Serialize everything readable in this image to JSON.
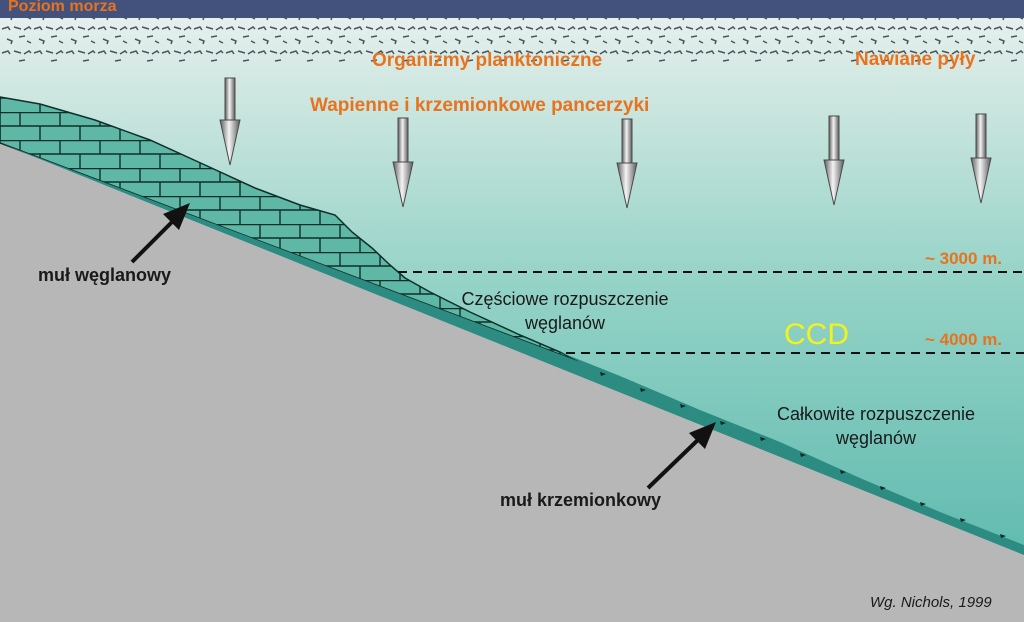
{
  "header": {
    "title": "Poziom morza"
  },
  "labels": {
    "plankton": "Organizmy planktoniczne",
    "dust": "Nawiane pyły",
    "shells": "Wapienne i krzemionkowe pancerzyki",
    "depth_3000": "~ 3000 m.",
    "depth_4000": "~ 4000 m.",
    "ccd": "CCD",
    "partial_line1": "Częściowe rozpuszczenie",
    "partial_line2": "węglanów",
    "complete_line1": "Całkowite rozpuszczenie",
    "complete_line2": "węglanów",
    "carbonate_ooze": "muł węglanowy",
    "siliceous_ooze": "muł krzemionkowy",
    "source": "Wg. Nichols, 1999"
  },
  "colors": {
    "header_bg": "#43527C",
    "accent_orange": "#E8731E",
    "ccd_yellow": "#F2F21E",
    "seafloor_grey": "#B7B7B7",
    "water_deep": "#57B6AC",
    "water_shallow": "#E4EFEB",
    "carbonate_fill": "#5FB7A6",
    "siliceous_fill": "#2C8C82"
  },
  "icons": {
    "particle_arrow": "down-arrow-icon",
    "pointer_arrow": "pointer-arrow-icon"
  }
}
